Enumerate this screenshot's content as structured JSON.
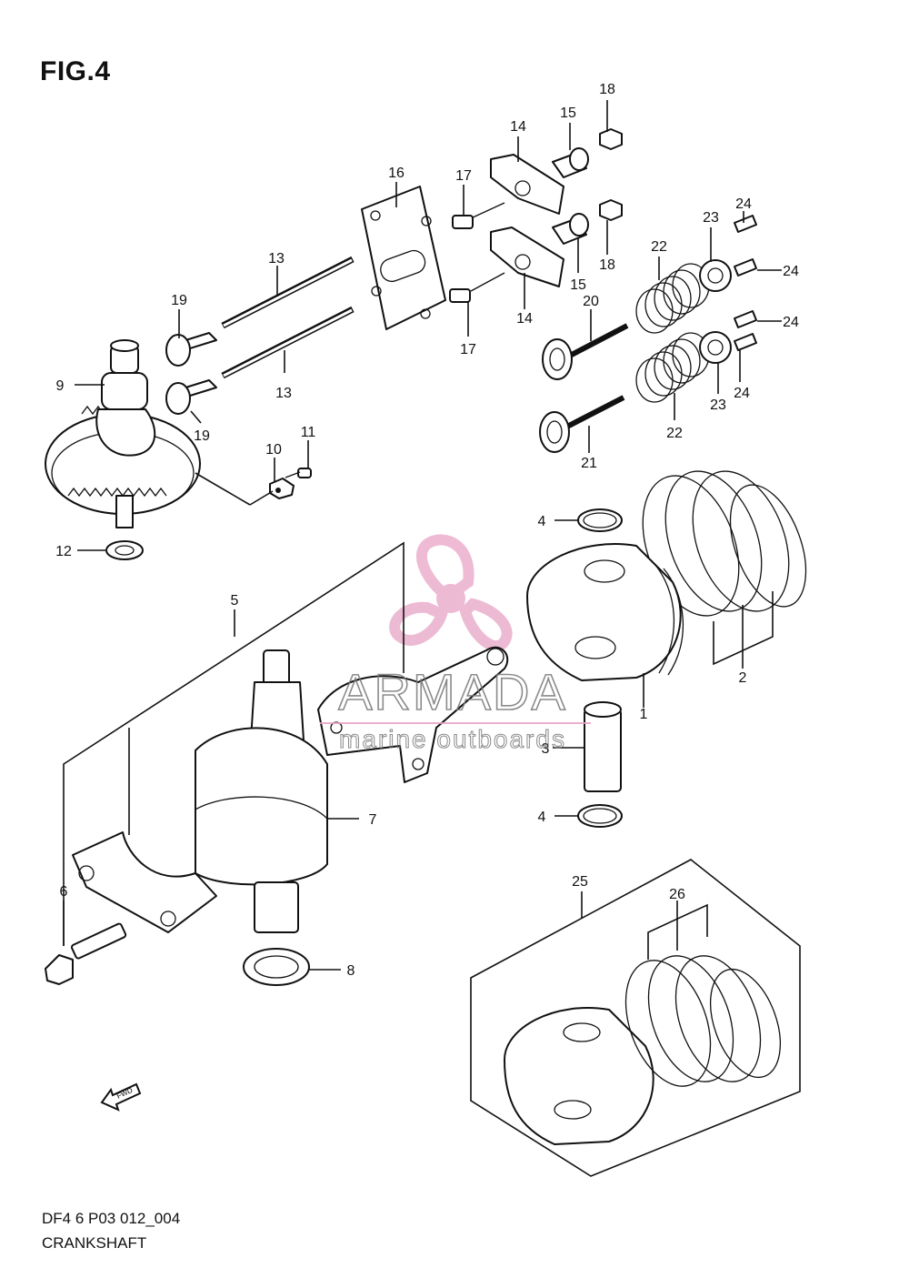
{
  "figure": {
    "title": "FIG.4",
    "code": "DF4 6 P03 012_004",
    "name": "CRANKSHAFT"
  },
  "watermark": {
    "brand": "ARMADA",
    "tagline": "marine outboards",
    "color": "#e8a3c6"
  },
  "fwd_label": "FWD",
  "callouts": [
    "1",
    "2",
    "3",
    "4",
    "4",
    "5",
    "6",
    "7",
    "8",
    "9",
    "10",
    "11",
    "12",
    "13",
    "13",
    "14",
    "14",
    "15",
    "15",
    "16",
    "17",
    "17",
    "18",
    "18",
    "19",
    "19",
    "20",
    "21",
    "22",
    "22",
    "23",
    "23",
    "24",
    "24",
    "24",
    "24",
    "25",
    "26"
  ]
}
